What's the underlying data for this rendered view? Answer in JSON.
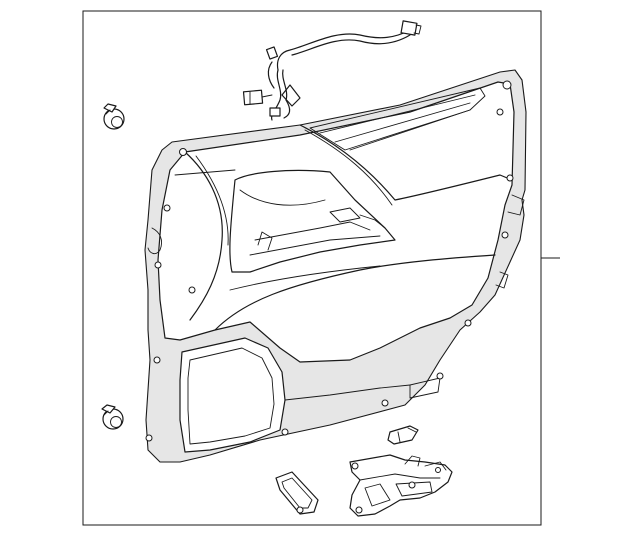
{
  "figure": {
    "type": "exploded-parts-diagram",
    "background": "#ffffff",
    "line_color": "#1a1a1a",
    "panel_shade": "#e6e6e6"
  },
  "parts": [
    {
      "name": "door-trim-panel"
    },
    {
      "name": "wiring-harness"
    },
    {
      "name": "clip-upper"
    },
    {
      "name": "clip-lower"
    },
    {
      "name": "trim-clip-small"
    },
    {
      "name": "inside-handle-bezel"
    },
    {
      "name": "inside-handle-assembly"
    }
  ]
}
